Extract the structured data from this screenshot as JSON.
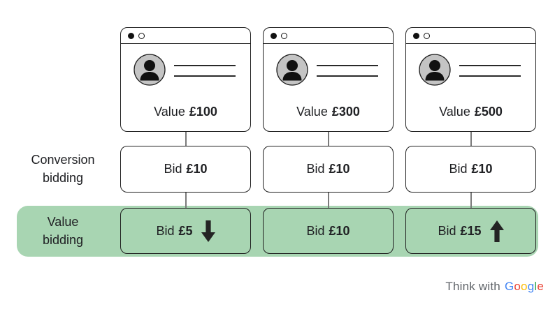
{
  "colors": {
    "green_row_background": "#a8d5b2",
    "card_border": "#1f1f1f",
    "connector_line": "#7a7a7a",
    "avatar_background": "#c4c4c4",
    "text": "#202124",
    "footer_gray": "#5f6368",
    "google_blue": "#4285f4",
    "google_red": "#ea4335",
    "google_yellow": "#fbbc05",
    "google_green": "#34a853"
  },
  "icons": {
    "window_dot_filled": "filled-dot",
    "window_dot_outline": "outline-dot",
    "avatar": "user-avatar",
    "arrow_down": "arrow-down",
    "arrow_up": "arrow-up"
  },
  "cards": [
    {
      "value_label": "Value",
      "value_amount": "£100"
    },
    {
      "value_label": "Value",
      "value_amount": "£300"
    },
    {
      "value_label": "Value",
      "value_amount": "£500"
    }
  ],
  "conversion_row": {
    "label_line1": "Conversion",
    "label_line2": "bidding",
    "bids": [
      {
        "label": "Bid",
        "amount": "£10"
      },
      {
        "label": "Bid",
        "amount": "£10"
      },
      {
        "label": "Bid",
        "amount": "£10"
      }
    ]
  },
  "value_row": {
    "label_line1": "Value",
    "label_line2": "bidding",
    "bids": [
      {
        "label": "Bid",
        "amount": "£5",
        "arrow": "down"
      },
      {
        "label": "Bid",
        "amount": "£10",
        "arrow": "none"
      },
      {
        "label": "Bid",
        "amount": "£15",
        "arrow": "up"
      }
    ]
  },
  "footer": {
    "prefix": "Think with",
    "google_letters": [
      {
        "ch": "G",
        "style": "color:#4285f4"
      },
      {
        "ch": "o",
        "style": "color:#ea4335"
      },
      {
        "ch": "o",
        "style": "color:#fbbc05"
      },
      {
        "ch": "g",
        "style": "color:#4285f4"
      },
      {
        "ch": "l",
        "style": "color:#34a853"
      },
      {
        "ch": "e",
        "style": "color:#ea4335"
      }
    ]
  }
}
